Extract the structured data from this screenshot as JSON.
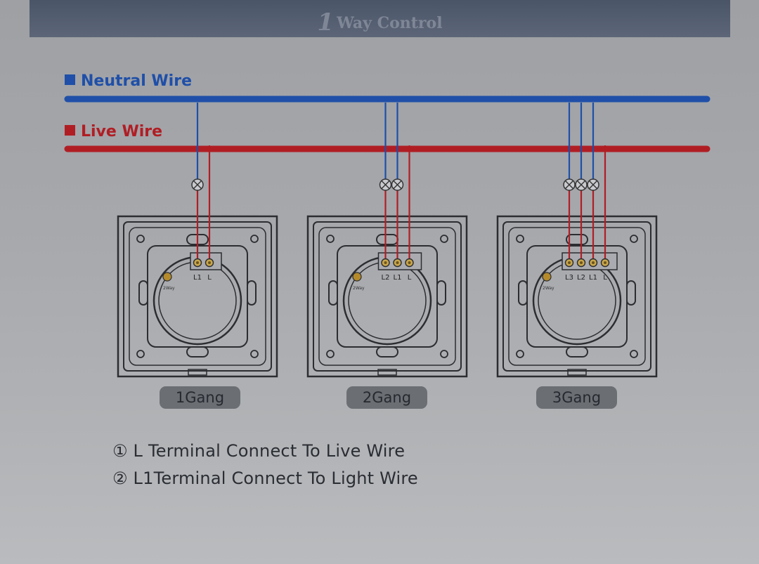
{
  "banner": {
    "number": "1",
    "title": "Way Control"
  },
  "legend": {
    "neutral": {
      "label": "Neutral Wire",
      "color": "#1f4fa8"
    },
    "live": {
      "label": "Live Wire",
      "color": "#b01e24"
    }
  },
  "switches": [
    {
      "gang_label": "1Gang",
      "terminals": [
        "L1",
        "L"
      ],
      "mode_label": "2Way"
    },
    {
      "gang_label": "2Gang",
      "terminals": [
        "L2",
        "L1",
        "L"
      ],
      "mode_label": "2Way"
    },
    {
      "gang_label": "3Gang",
      "terminals": [
        "L3",
        "L2",
        "L1",
        "L"
      ],
      "mode_label": "2Way"
    }
  ],
  "notes": [
    "① L Terminal Connect To Live Wire",
    "② L1Terminal Connect To Light Wire"
  ]
}
